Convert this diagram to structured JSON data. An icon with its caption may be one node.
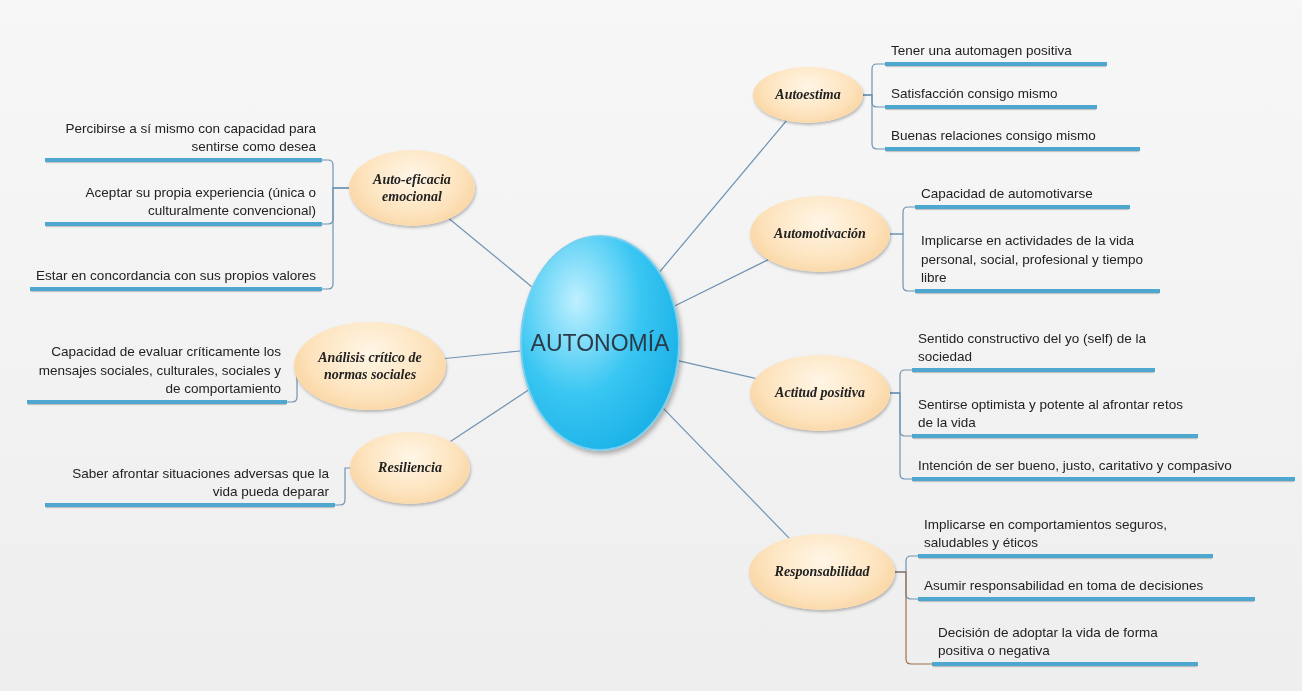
{
  "diagram": {
    "nodes": [
      {
        "text": [
          "AUTONOMÍA"
        ]
      },
      {
        "text": [
          "Auto-eficacia emocional"
        ]
      },
      {
        "text": [
          "Percibirse a sí mismo con capacidad para sentirse como desea"
        ]
      },
      {
        "text": [
          "Aceptar su propia experiencia (única o culturalmente convencional)"
        ]
      },
      {
        "text": [
          "Estar en concordancia con sus propios valores"
        ]
      },
      {
        "text": [
          "Análisis crítico de normas sociales"
        ]
      },
      {
        "text": [
          "Capacidad de evaluar críticamente los mensajes sociales, culturales, sociales y de comportamiento"
        ]
      },
      {
        "text": [
          "Resiliencia"
        ]
      },
      {
        "text": [
          "Saber afrontar situaciones adversas que la vida pueda deparar"
        ]
      },
      {
        "text": [
          "Autoestima"
        ]
      },
      {
        "text": [
          "Tener una automagen positiva"
        ]
      },
      {
        "text": [
          "Satisfacción consigo mismo"
        ]
      },
      {
        "text": [
          "Buenas relaciones consigo mismo"
        ]
      },
      {
        "text": [
          "Automotivación"
        ]
      },
      {
        "text": [
          "Capacidad de automotivarse"
        ]
      },
      {
        "text": [
          "Implicarse en actividades de la vida personal, social, profesional y tiempo libre"
        ]
      },
      {
        "text": [
          "Actitud positiva"
        ]
      },
      {
        "text": [
          "Sentido constructivo del yo (self) de la sociedad"
        ]
      },
      {
        "text": [
          "Sentirse optimista y potente al afrontar retos de la vida"
        ]
      },
      {
        "text": [
          "Intención de ser bueno, justo, caritativo y compasivo"
        ]
      },
      {
        "text": [
          "Responsabilidad"
        ]
      },
      {
        "text": [
          "Implicarse en comportamientos seguros, saludables y éticos"
        ]
      },
      {
        "text": [
          "Asumir responsabilidad en toma de decisiones"
        ]
      },
      {
        "text": [
          "Decisión de adoptar la vida de forma positiva o negativa"
        ]
      }
    ],
    "edges": [
      {
        "from": 0,
        "to": 1,
        "arrow": "none"
      },
      {
        "from": 1,
        "to": 2,
        "arrow": "none"
      },
      {
        "from": 1,
        "to": 3,
        "arrow": "none"
      },
      {
        "from": 1,
        "to": 4,
        "arrow": "none"
      },
      {
        "from": 0,
        "to": 5,
        "arrow": "none"
      },
      {
        "from": 5,
        "to": 6,
        "arrow": "none"
      },
      {
        "from": 0,
        "to": 7,
        "arrow": "none"
      },
      {
        "from": 7,
        "to": 8,
        "arrow": "none"
      },
      {
        "from": 0,
        "to": 9,
        "arrow": "none"
      },
      {
        "from": 9,
        "to": 10,
        "arrow": "none"
      },
      {
        "from": 9,
        "to": 11,
        "arrow": "none"
      },
      {
        "from": 9,
        "to": 12,
        "arrow": "none"
      },
      {
        "from": 0,
        "to": 13,
        "arrow": "none"
      },
      {
        "from": 13,
        "to": 14,
        "arrow": "none"
      },
      {
        "from": 13,
        "to": 15,
        "arrow": "none"
      },
      {
        "from": 0,
        "to": 16,
        "arrow": "none"
      },
      {
        "from": 16,
        "to": 17,
        "arrow": "none"
      },
      {
        "from": 16,
        "to": 18,
        "arrow": "none"
      },
      {
        "from": 16,
        "to": 19,
        "arrow": "none"
      },
      {
        "from": 0,
        "to": 20,
        "arrow": "none"
      },
      {
        "from": 20,
        "to": 21,
        "arrow": "none"
      },
      {
        "from": 20,
        "to": 22,
        "arrow": "none"
      },
      {
        "from": 20,
        "to": 23,
        "arrow": "none",
        "color": "#a0704f"
      }
    ]
  }
}
